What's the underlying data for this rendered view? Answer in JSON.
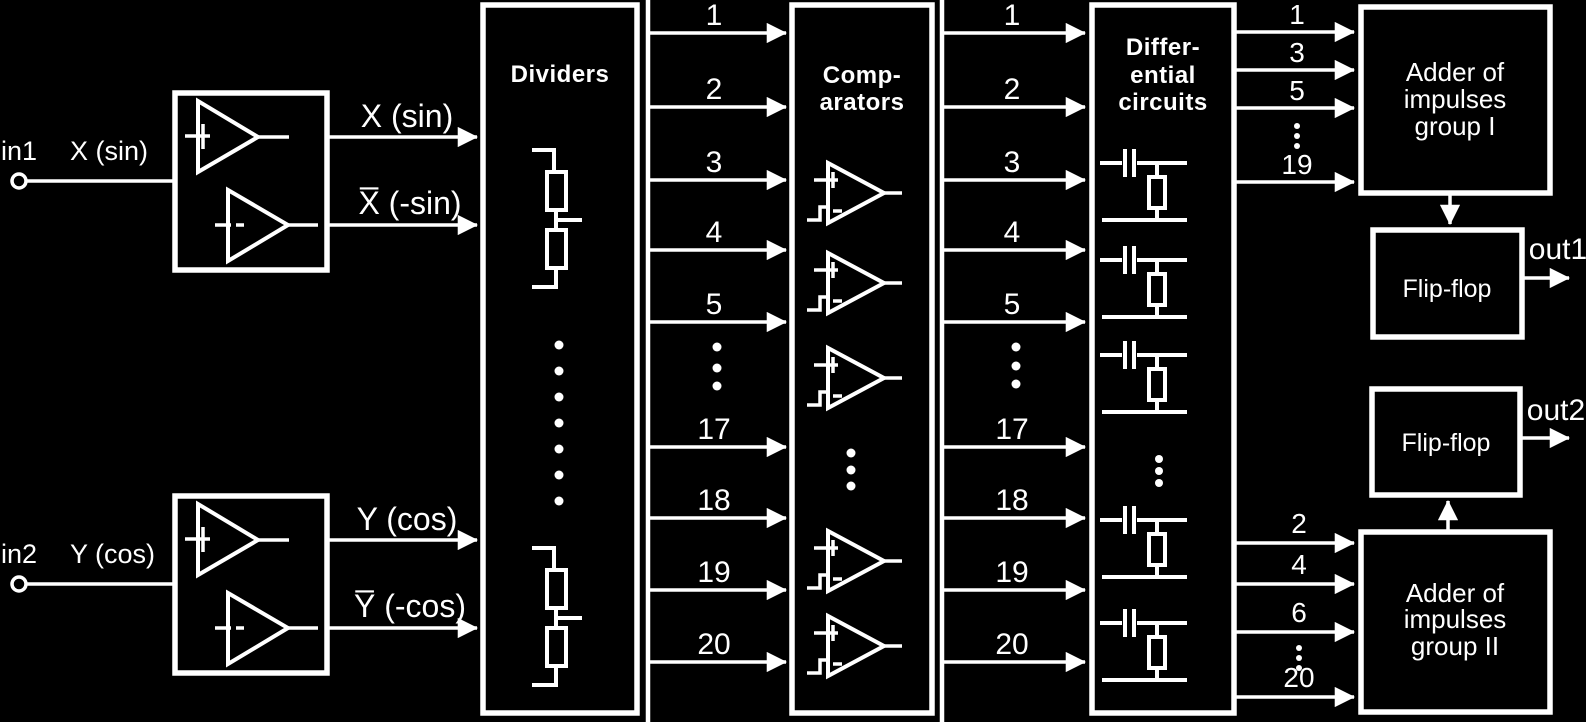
{
  "colors": {
    "background": "#000000",
    "foreground": "#ffffff"
  },
  "inputs": {
    "in1": {
      "label": "in1",
      "signal": "X (sin)"
    },
    "in2": {
      "label": "in2",
      "signal": "Y (cos)"
    }
  },
  "amplifiers": {
    "amp1": {
      "plus": "+",
      "minus": "-",
      "output_top": "X (sin)",
      "output_bottom": "X̅ (-sin)"
    },
    "amp2": {
      "plus": "+",
      "minus": "-",
      "output_top": "Y (cos)",
      "output_bottom": "Y̅ (-cos)"
    }
  },
  "blocks": {
    "dividers": {
      "title": "Dividers"
    },
    "comparators": {
      "title": [
        "Comp-",
        "arators"
      ],
      "plus": "+",
      "minus": "-"
    },
    "differential": {
      "title": [
        "Differ-",
        "ential",
        "circuits"
      ]
    },
    "adder_group1": {
      "title": [
        "Adder of",
        "impulses",
        "group I"
      ]
    },
    "adder_group2": {
      "title": [
        "Adder of",
        "impulses",
        "group II"
      ]
    },
    "flipflop1": {
      "title": "Flip-flop"
    },
    "flipflop2": {
      "title": "Flip-flop"
    }
  },
  "buses": {
    "dividers_to_comparators": [
      "1",
      "2",
      "3",
      "4",
      "5",
      "17",
      "18",
      "19",
      "20"
    ],
    "comparators_to_differential": [
      "1",
      "2",
      "3",
      "4",
      "5",
      "17",
      "18",
      "19",
      "20"
    ],
    "odd_to_adder1": [
      "1",
      "3",
      "5",
      "19"
    ],
    "even_to_adder2": [
      "2",
      "4",
      "6",
      "20"
    ]
  },
  "outputs": {
    "out1": "out1",
    "out2": "out2"
  }
}
